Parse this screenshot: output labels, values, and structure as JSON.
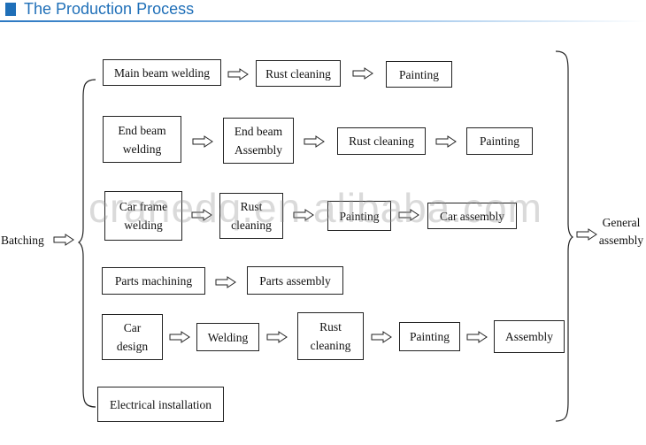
{
  "header": {
    "title": "The Production Process"
  },
  "start": {
    "label": "Batching"
  },
  "end": {
    "label_line1": "General",
    "label_line2": "assembly"
  },
  "rows": [
    {
      "steps": [
        {
          "text": "Main beam welding"
        },
        {
          "text": "Rust cleaning"
        },
        {
          "text": "Painting"
        }
      ]
    },
    {
      "steps": [
        {
          "line1": "End beam",
          "line2": "welding"
        },
        {
          "line1": "End beam",
          "line2": "Assembly"
        },
        {
          "text": "Rust cleaning"
        },
        {
          "text": "Painting"
        }
      ]
    },
    {
      "steps": [
        {
          "line1": "Car frame",
          "line2": "welding"
        },
        {
          "line1": "Rust",
          "line2": "cleaning"
        },
        {
          "text": "Painting"
        },
        {
          "text": "Car assembly"
        }
      ]
    },
    {
      "steps": [
        {
          "text": "Parts machining"
        },
        {
          "text": "Parts assembly"
        }
      ]
    },
    {
      "steps": [
        {
          "line1": "Car",
          "line2": "design"
        },
        {
          "text": "Welding"
        },
        {
          "line1": "Rust",
          "line2": "cleaning"
        },
        {
          "text": "Painting"
        },
        {
          "text": "Assembly"
        }
      ]
    },
    {
      "steps": [
        {
          "text": "Electrical installation"
        }
      ]
    }
  ],
  "watermark": "cranedq.en.alibaba.com",
  "colors": {
    "header": "#1f6fb8",
    "border": "#222222"
  }
}
